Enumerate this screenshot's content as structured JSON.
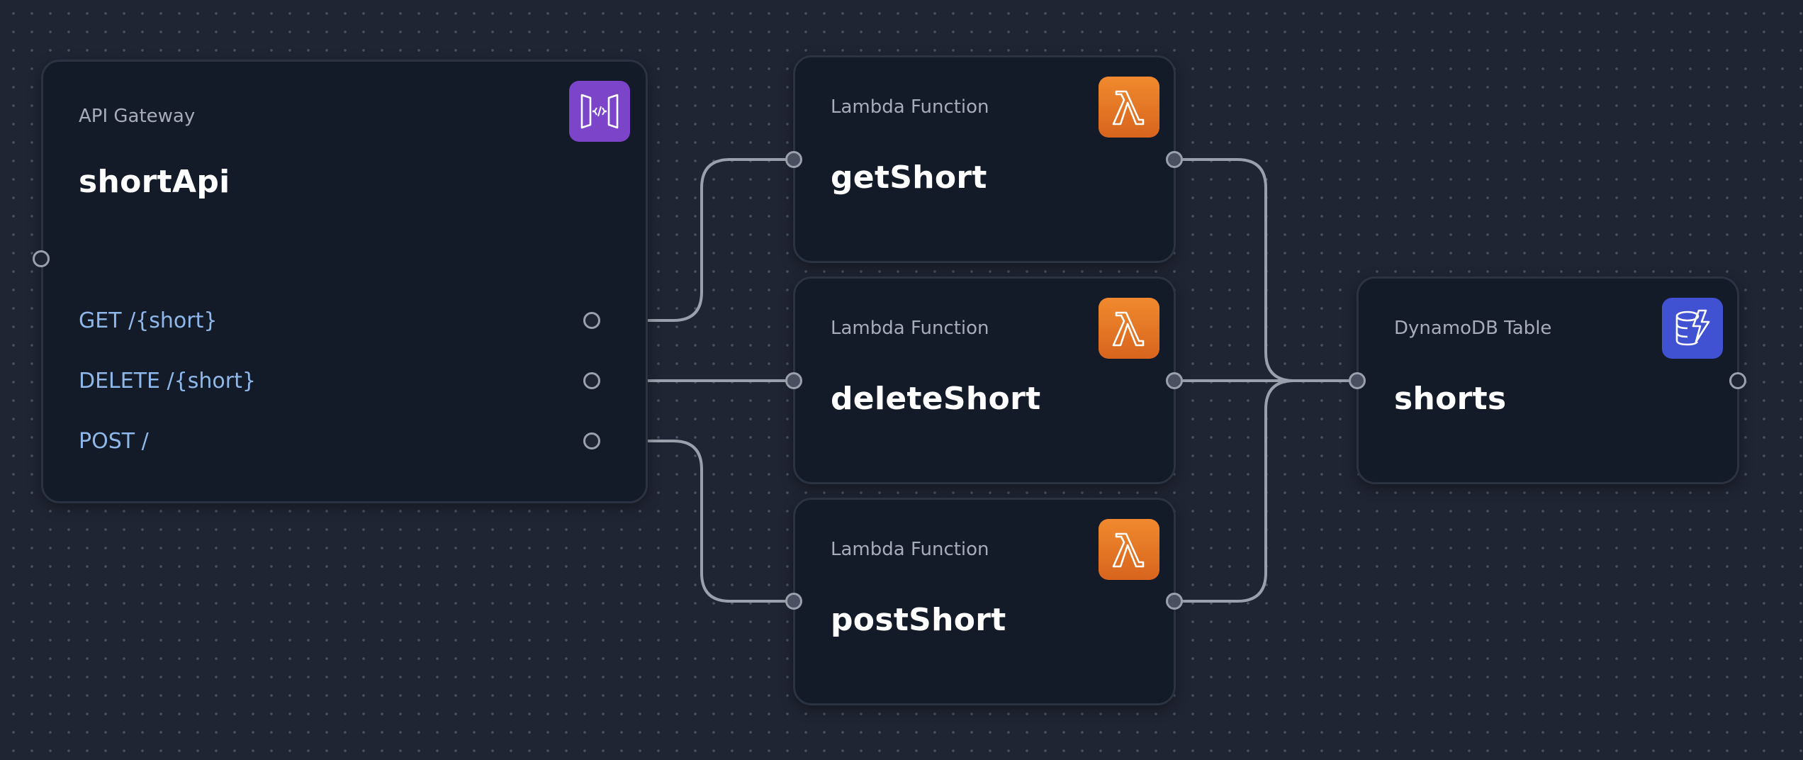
{
  "nodes": {
    "api": {
      "type": "API Gateway",
      "title": "shortApi",
      "icon": "api-gateway-icon",
      "routes": [
        {
          "label": "GET /{short}"
        },
        {
          "label": "DELETE /{short}"
        },
        {
          "label": "POST /"
        }
      ]
    },
    "get": {
      "type": "Lambda Function",
      "title": "getShort",
      "icon": "lambda-icon"
    },
    "delete": {
      "type": "Lambda Function",
      "title": "deleteShort",
      "icon": "lambda-icon"
    },
    "post": {
      "type": "Lambda Function",
      "title": "postShort",
      "icon": "lambda-icon"
    },
    "table": {
      "type": "DynamoDB Table",
      "title": "shorts",
      "icon": "dynamodb-icon"
    }
  },
  "edges": [
    {
      "from": "api.GET /{short}",
      "to": "get"
    },
    {
      "from": "api.DELETE /{short}",
      "to": "delete"
    },
    {
      "from": "api.POST /",
      "to": "post"
    },
    {
      "from": "get",
      "to": "table"
    },
    {
      "from": "delete",
      "to": "table"
    },
    {
      "from": "post",
      "to": "table"
    }
  ],
  "colors": {
    "background": "#1f2533",
    "node_bg": "#131a28",
    "edge": "#9aa1ad",
    "route_text": "#8fb8ea",
    "lambda": "#e5782a",
    "api_gateway": "#7b44c9",
    "dynamodb": "#4051d1"
  }
}
